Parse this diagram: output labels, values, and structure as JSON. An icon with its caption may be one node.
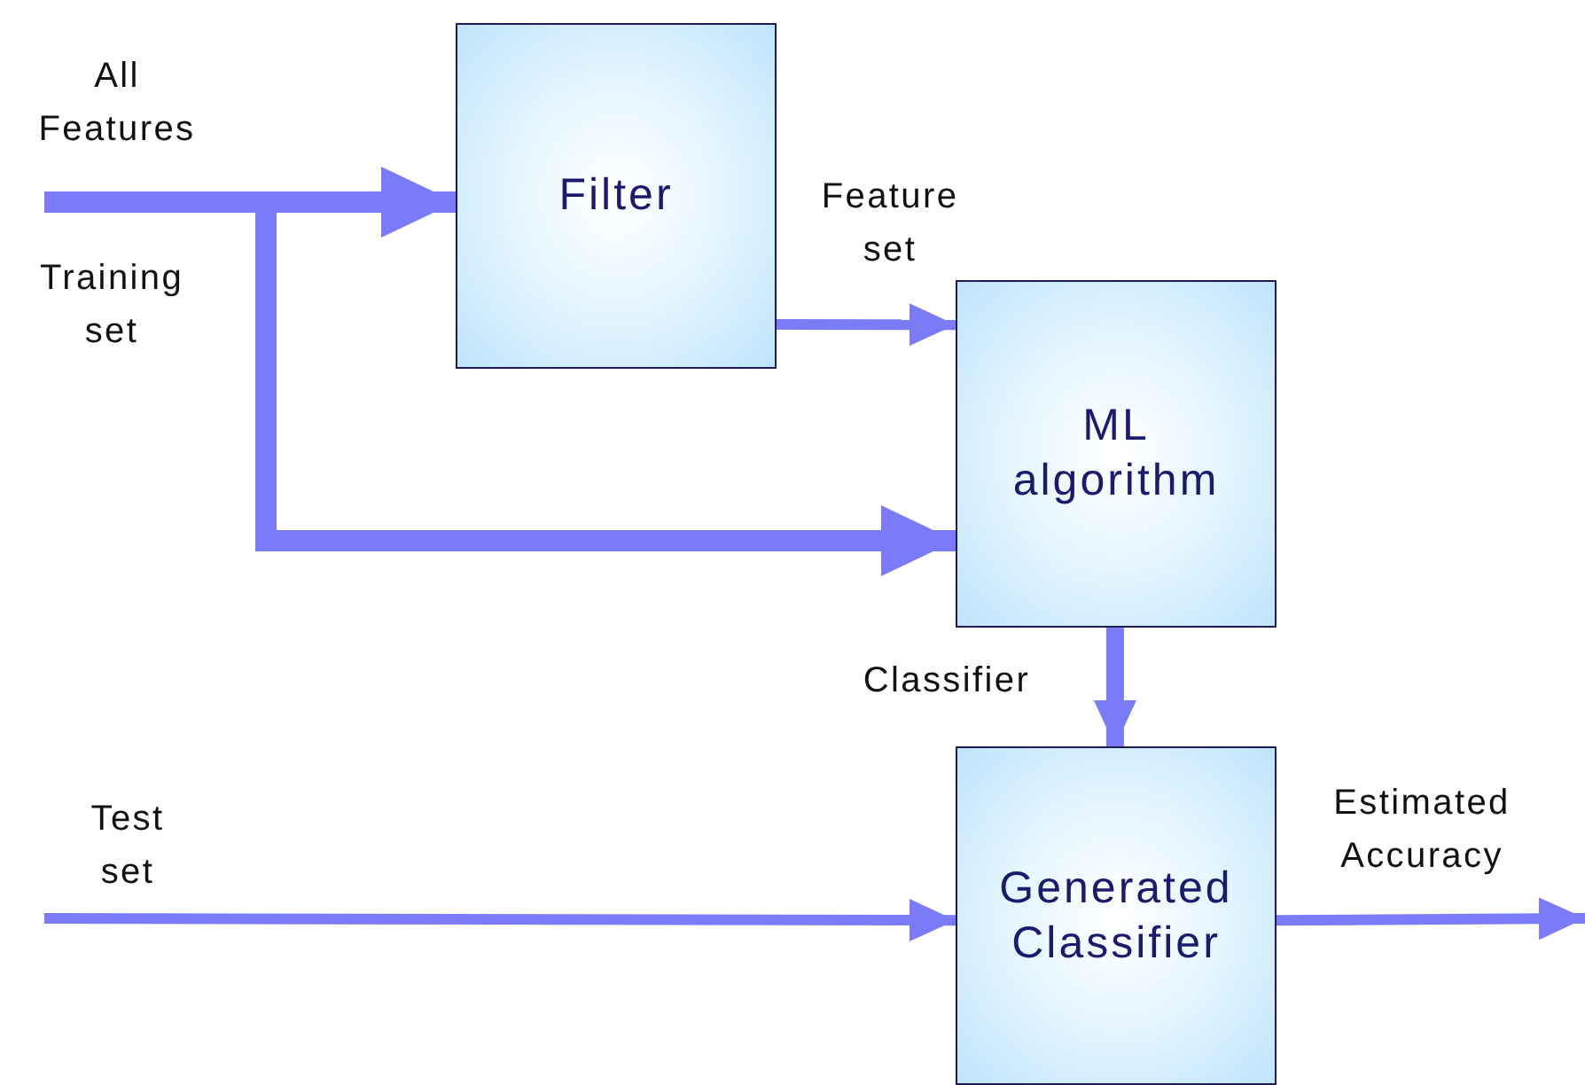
{
  "diagram": {
    "nodes": [
      {
        "text": [
          "Filter"
        ]
      },
      {
        "text": [
          "ML algorithm"
        ]
      },
      {
        "text": [
          "Generated Classifier"
        ]
      }
    ],
    "edges": [
      {
        "from": null,
        "to": 0,
        "arrow": "to",
        "label": "All Features",
        "style": "thick"
      },
      {
        "from": null,
        "to": 1,
        "arrow": "to",
        "label": "Training set",
        "style": "thick"
      },
      {
        "from": 0,
        "to": 1,
        "arrow": "to",
        "label": "Feature set"
      },
      {
        "from": 1,
        "to": 2,
        "arrow": "to",
        "label": "Classifier"
      },
      {
        "from": null,
        "to": 2,
        "arrow": "to",
        "label": "Test set"
      },
      {
        "from": 2,
        "to": null,
        "arrow": "to",
        "label": "Estimated Accuracy"
      }
    ]
  }
}
